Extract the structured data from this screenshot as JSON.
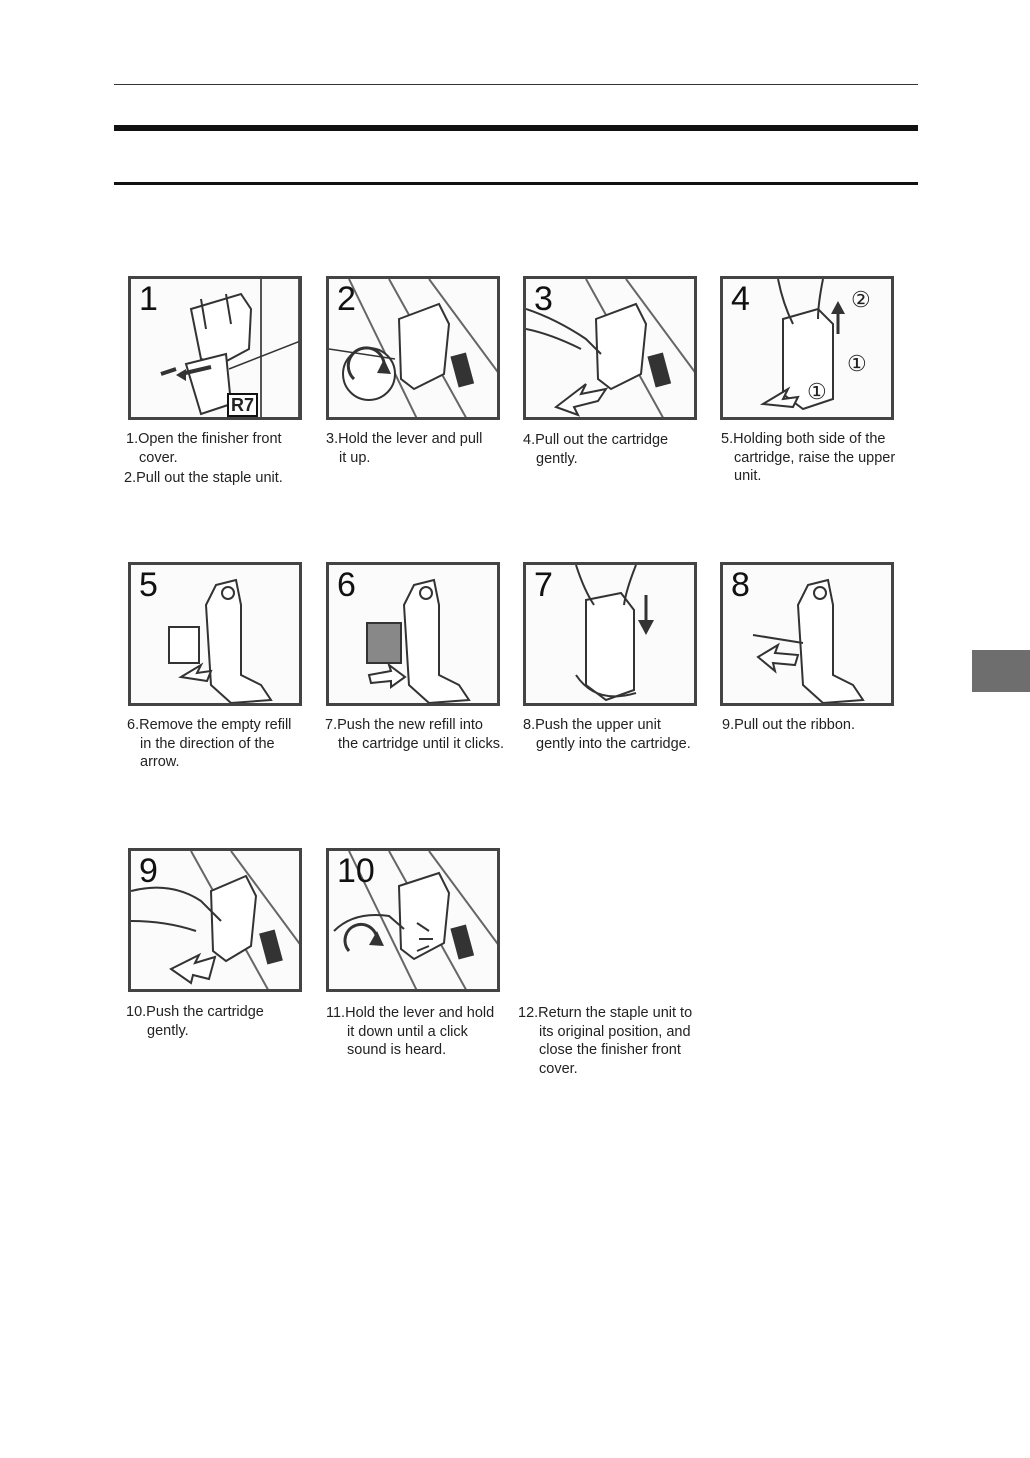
{
  "panels": [
    {
      "step": "1",
      "badge": "R7"
    },
    {
      "step": "2"
    },
    {
      "step": "3"
    },
    {
      "step": "4",
      "circled": [
        "②",
        "①",
        "①"
      ]
    },
    {
      "step": "5"
    },
    {
      "step": "6"
    },
    {
      "step": "7"
    },
    {
      "step": "8"
    },
    {
      "step": "9"
    },
    {
      "step": "10"
    }
  ],
  "captions": {
    "c1": {
      "num": "1.",
      "lines": [
        "Open the finisher front",
        "cover."
      ]
    },
    "c2": {
      "num": "2.",
      "lines": [
        "Pull out the staple unit."
      ]
    },
    "c3": {
      "num": "3.",
      "lines": [
        "Hold the lever and pull",
        "it up."
      ]
    },
    "c4": {
      "num": "4.",
      "lines": [
        "Pull out the cartridge",
        "gently."
      ]
    },
    "c5": {
      "num": "5.",
      "lines": [
        "Holding both side of the",
        "cartridge, raise the upper",
        "unit."
      ]
    },
    "c6": {
      "num": "6.",
      "lines": [
        "Remove the empty refill",
        "in the direction of the",
        "arrow."
      ]
    },
    "c7": {
      "num": "7.",
      "lines": [
        "Push the new refill into",
        "the cartridge until it clicks."
      ]
    },
    "c8": {
      "num": "8.",
      "lines": [
        "Push the upper unit",
        "gently into the cartridge."
      ]
    },
    "c9": {
      "num": "9.",
      "lines": [
        "Pull out the ribbon."
      ]
    },
    "c10": {
      "num": "10.",
      "lines": [
        "Push the cartridge",
        "gently."
      ]
    },
    "c11": {
      "num": "11.",
      "lines": [
        "Hold the lever and hold",
        "it down until a click",
        "sound is heard."
      ]
    },
    "c12": {
      "num": "12.",
      "lines": [
        "Return the staple unit to",
        "its original position, and",
        "close the finisher front",
        "cover."
      ]
    }
  }
}
